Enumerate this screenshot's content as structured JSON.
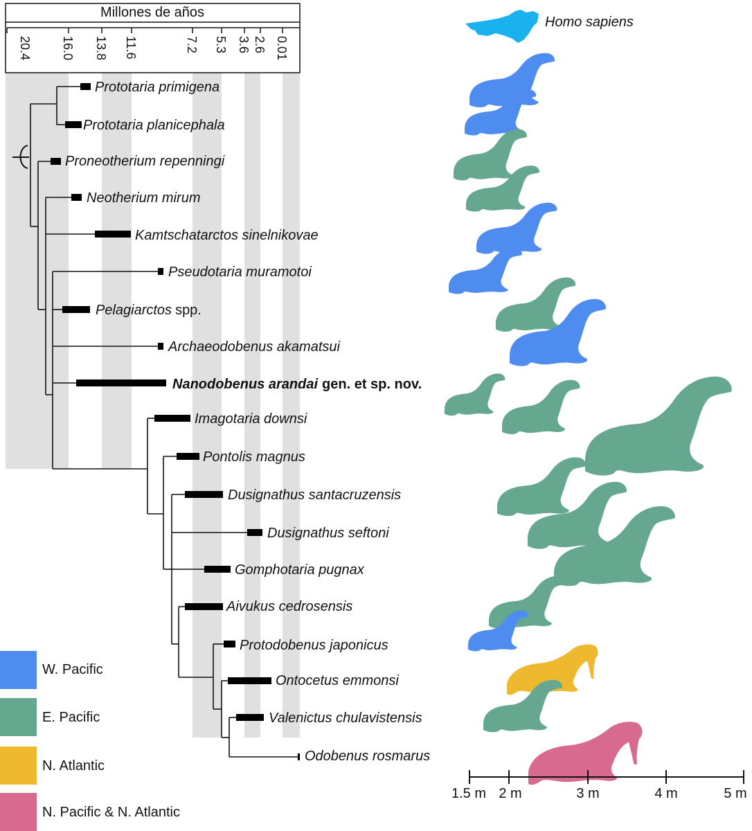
{
  "time_axis": {
    "title": "Millones de años",
    "ticks": [
      "20.4",
      "16.0",
      "13.8",
      "11.6",
      "7.2",
      "5.3",
      "3.6",
      "2.6",
      "0.01"
    ]
  },
  "taxa": [
    {
      "name": "Prototaria primigena",
      "region": "W. Pacific"
    },
    {
      "name": "Prototaria planicephala",
      "region": "W. Pacific"
    },
    {
      "name": "Proneotherium repenningi",
      "region": "E. Pacific"
    },
    {
      "name": "Neotherium mirum",
      "region": "E. Pacific"
    },
    {
      "name": "Kamtschatarctos sinelnikovae",
      "region": "W. Pacific"
    },
    {
      "name": "Pseudotaria muramotoi",
      "region": "W. Pacific"
    },
    {
      "name": "Pelagiarctos",
      "suffix": "spp.",
      "region": "E. Pacific"
    },
    {
      "name": "Archaeodobenus akamatsui",
      "region": "W. Pacific"
    },
    {
      "name": "Nanodobenus arandai",
      "suffix": "gen. et sp. nov.",
      "region": "E. Pacific"
    },
    {
      "name": "Imagotaria downsi",
      "region": "E. Pacific"
    },
    {
      "name": "Pontolis magnus",
      "region": "E. Pacific"
    },
    {
      "name": "Dusignathus santacruzensis",
      "region": "E. Pacific"
    },
    {
      "name": "Dusignathus seftoni",
      "region": "E. Pacific"
    },
    {
      "name": "Gomphotaria pugnax",
      "region": "E. Pacific"
    },
    {
      "name": "Aivukus cedrosensis",
      "region": "E. Pacific"
    },
    {
      "name": "Protodobenus japonicus",
      "region": "W. Pacific"
    },
    {
      "name": "Ontocetus emmonsi",
      "region": "N. Atlantic"
    },
    {
      "name": "Valenictus chulavistensis",
      "region": "E. Pacific"
    },
    {
      "name": "Odobenus rosmarus",
      "region": "N. Pacific & N. Atlantic"
    }
  ],
  "human": {
    "label": "Homo sapiens",
    "color": "#1ab2ee"
  },
  "size_scale": {
    "ticks": [
      "1.5 m",
      "2 m",
      "3 m",
      "4 m",
      "5 m"
    ]
  },
  "legend": [
    {
      "label": "W. Pacific",
      "color": "#4f8cf0"
    },
    {
      "label": "E. Pacific",
      "color": "#65a88f"
    },
    {
      "label": "N. Atlantic",
      "color": "#eeb92e"
    },
    {
      "label": "N. Pacific & N. Atlantic",
      "color": "#d96a8f"
    }
  ],
  "colors": {
    "band": "#e0e0e0",
    "tree": "#111111",
    "range_bar": "#000000"
  }
}
